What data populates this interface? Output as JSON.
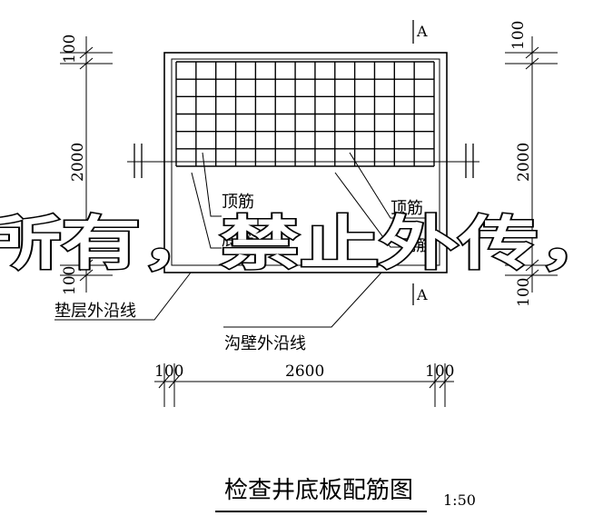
{
  "drawing": {
    "title": "检查井底板配筋图",
    "scale": "1:50",
    "section_mark": "A",
    "labels": {
      "top_bar_left": "顶筋",
      "bottom_bar_left": "底筋",
      "top_bar_right": "顶筋",
      "bottom_bar_right": "底筋",
      "cushion_edge": "垫层外沿线",
      "trench_wall_edge": "沟壁外沿线"
    },
    "dimensions": {
      "left_top": "100",
      "left_middle": "2000",
      "left_bottom": "100",
      "right_top": "100",
      "right_middle": "2000",
      "right_bottom": "100",
      "bottom_left": "100",
      "bottom_middle": "2600",
      "bottom_right": "100"
    },
    "watermark": "所有，禁止外传，"
  }
}
